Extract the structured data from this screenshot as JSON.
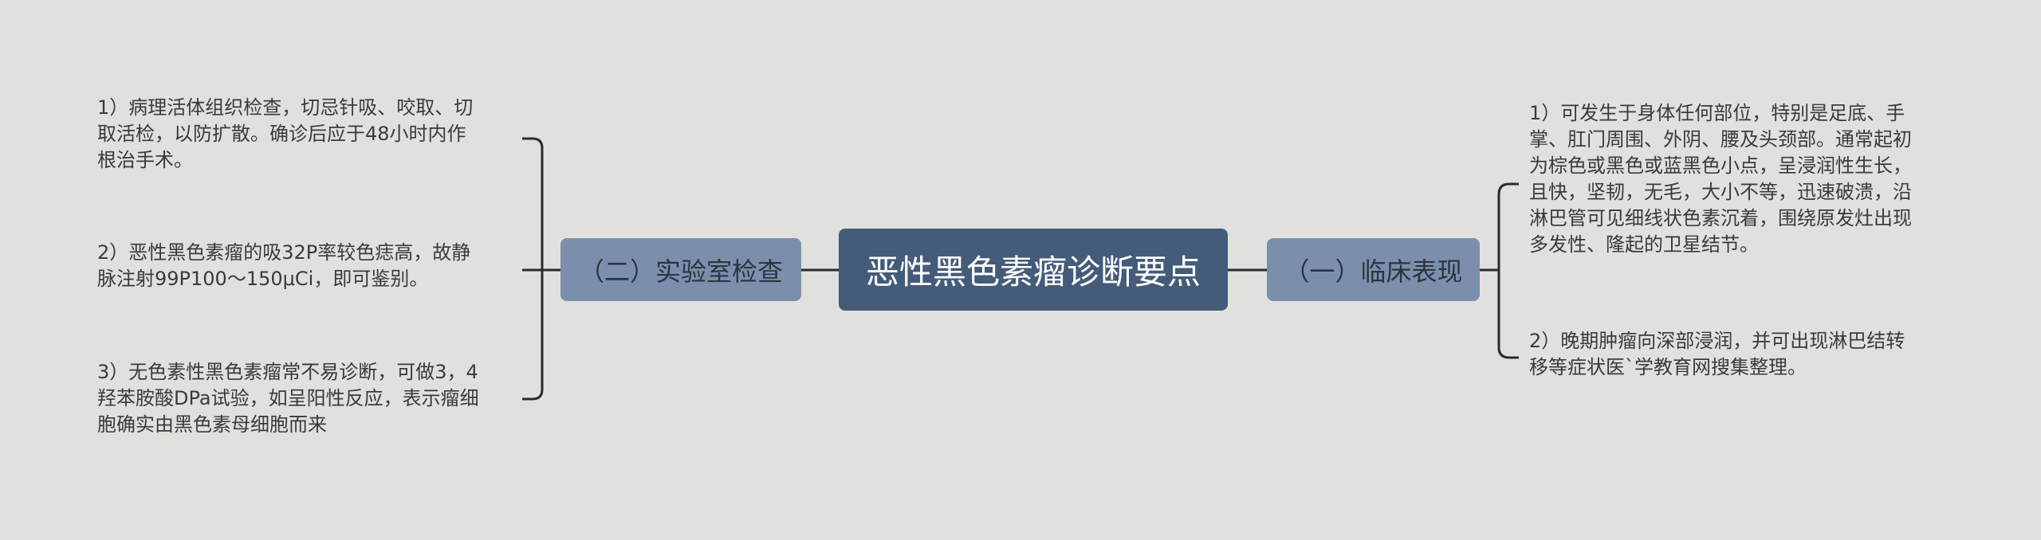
{
  "root": {
    "title": "恶性黑色素瘤诊断要点"
  },
  "left_branch": {
    "label": "（二）实验室检查",
    "items": [
      "1）病理活体组织检查，切忌针吸、咬取、切\n取活检，以防扩散。确诊后应于48小时内作\n根治手术。",
      "2）恶性黑色素瘤的吸32P率较色痣高，故静\n脉注射99P100～150μCi，即可鉴别。",
      "3）无色素性黑色素瘤常不易诊断，可做3，4\n羟苯胺酸DPa试验，如呈阳性反应，表示瘤细\n胞确实由黑色素母细胞而来"
    ]
  },
  "right_branch": {
    "label": "（一）临床表现",
    "items": [
      "1）可发生于身体任何部位，特别是足底、手\n掌、肛门周围、外阴、腰及头颈部。通常起初\n为棕色或黑色或蓝黑色小点，呈浸润性生长，\n且快，坚韧，无毛，大小不等，迅速破溃，沿\n淋巴管可见细线状色素沉着，围绕原发灶出现\n多发性、隆起的卫星结节。",
      "2）晚期肿瘤向深部浸润，并可出现淋巴结转\n移等症状医`学教育网搜集整理。"
    ]
  }
}
